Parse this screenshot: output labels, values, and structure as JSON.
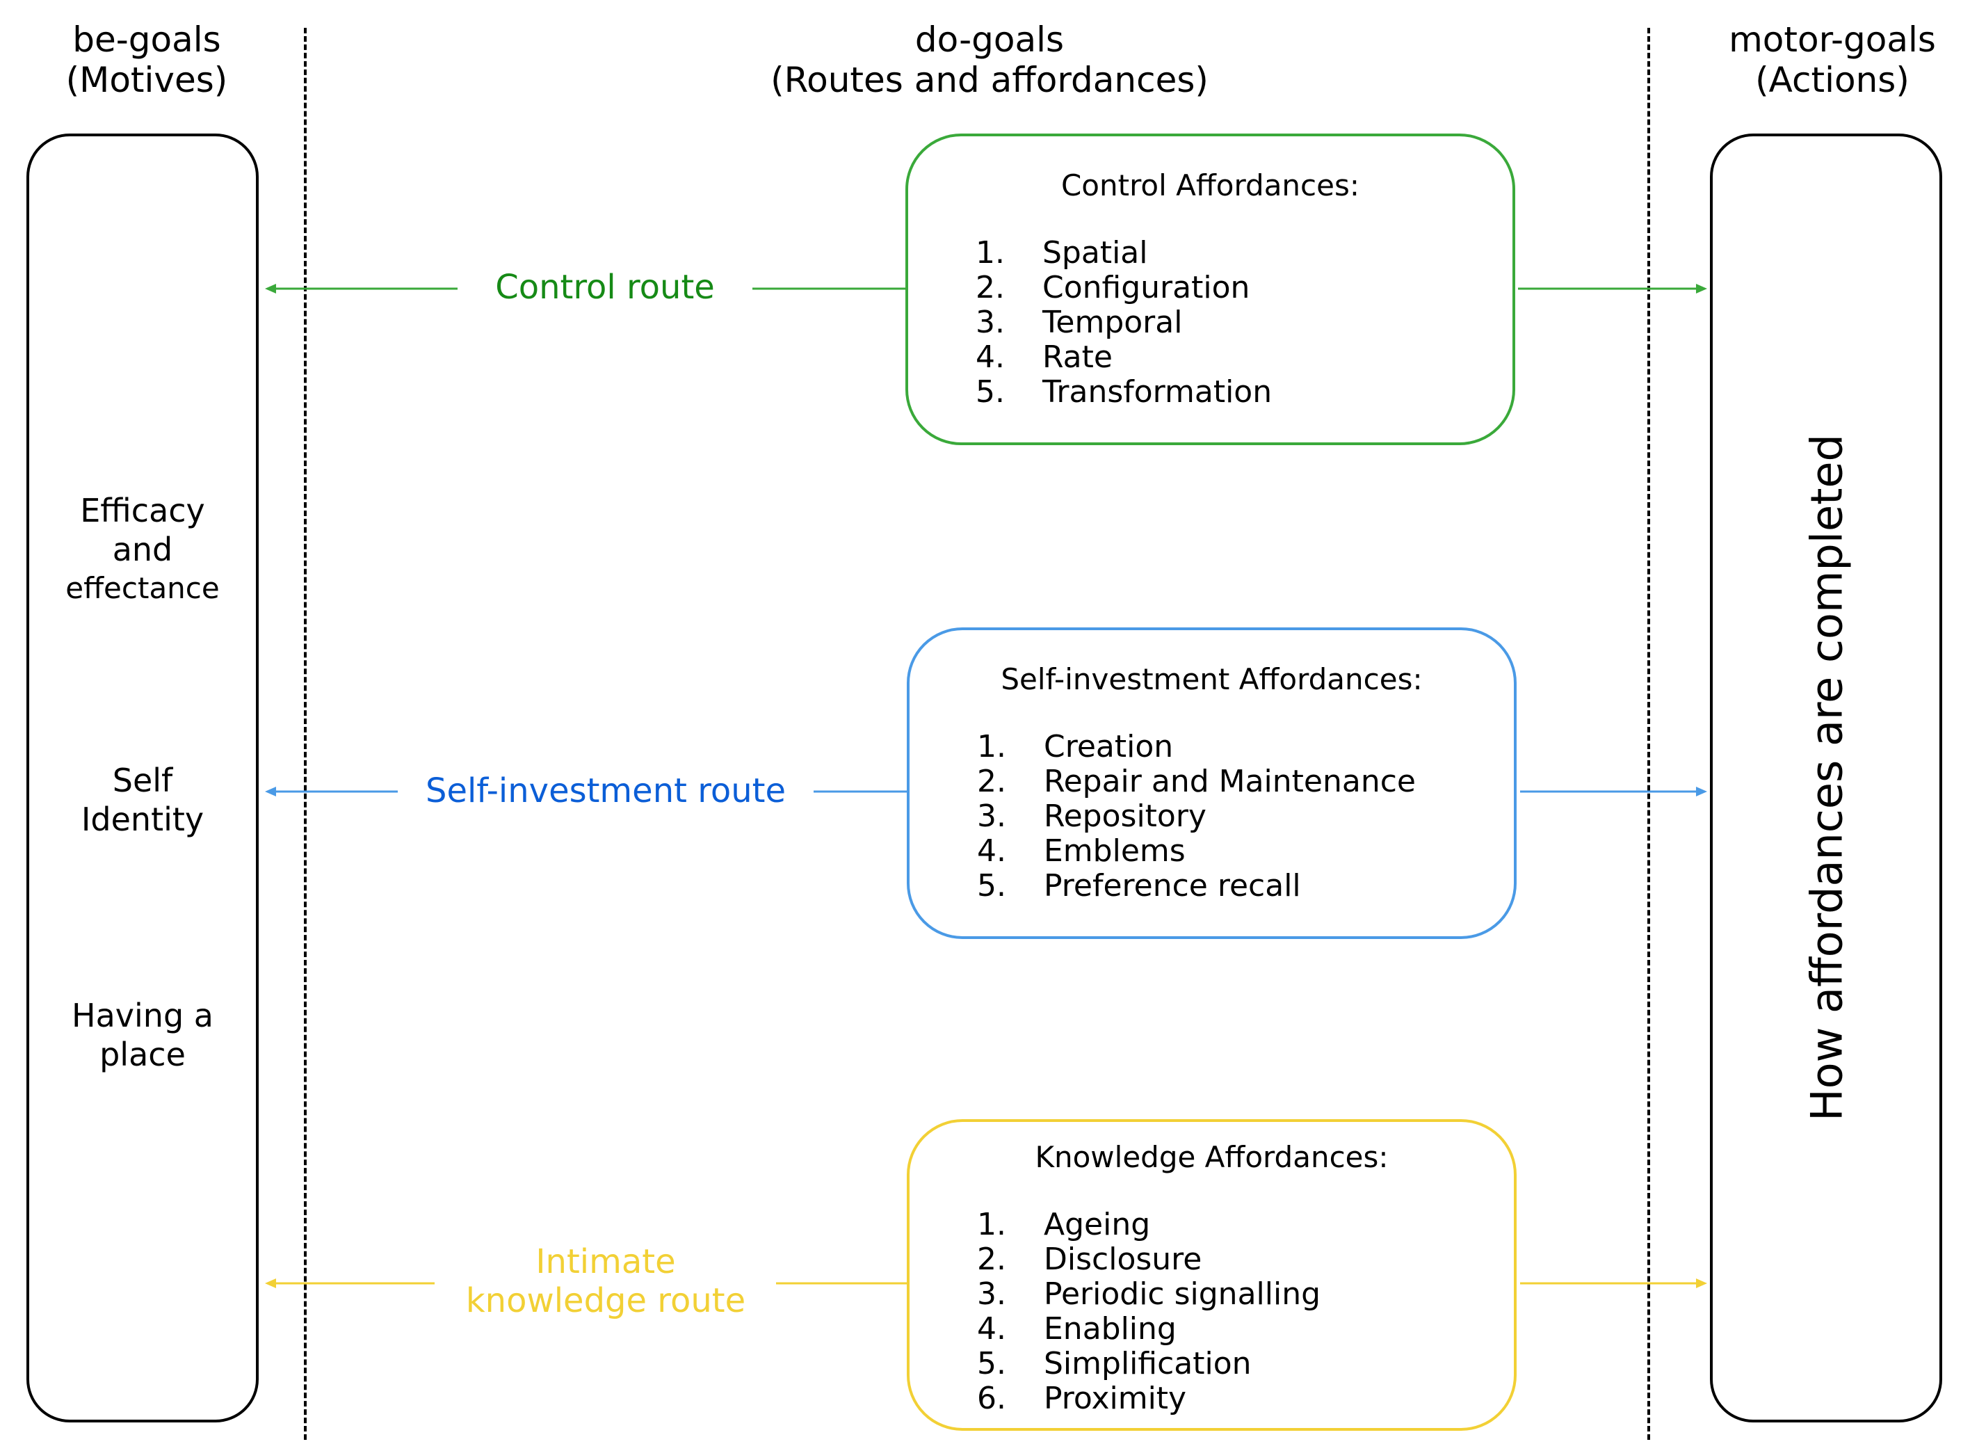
{
  "headers": {
    "be_goals": {
      "line1": "be-goals",
      "line2": "(Motives)"
    },
    "do_goals": {
      "line1": "do-goals",
      "line2": "(Routes and affordances)"
    },
    "motor_goals": {
      "line1": "motor-goals",
      "line2": "(Actions)"
    }
  },
  "motives": {
    "efficacy": {
      "line1": "Efficacy",
      "line2": "and",
      "line3": "effectance"
    },
    "self_identity": {
      "line1": "Self",
      "line2": "Identity"
    },
    "place": {
      "line1": "Having a",
      "line2": "place"
    }
  },
  "actions_label": "How affordances are completed",
  "routes": {
    "control": {
      "label": "Control route",
      "color": "#168a16"
    },
    "self_investment": {
      "label": "Self-investment route",
      "color": "#0b5ed7"
    },
    "knowledge": {
      "line1": "Intimate",
      "line2": "knowledge route",
      "color": "#f2d035"
    }
  },
  "affordances": {
    "control": {
      "title": "Control Affordances:",
      "border_color": "#3aa93a",
      "items": [
        {
          "num": "1.",
          "text": "Spatial"
        },
        {
          "num": "2.",
          "text": "Configuration"
        },
        {
          "num": "3.",
          "text": "Temporal"
        },
        {
          "num": "4.",
          "text": "Rate"
        },
        {
          "num": "5.",
          "text": "Transformation"
        }
      ]
    },
    "self_investment": {
      "title": "Self-investment Affordances:",
      "border_color": "#4a9ae6",
      "items": [
        {
          "num": "1.",
          "text": "Creation"
        },
        {
          "num": "2.",
          "text": "Repair and Maintenance"
        },
        {
          "num": "3.",
          "text": "Repository"
        },
        {
          "num": "4.",
          "text": "Emblems"
        },
        {
          "num": "5.",
          "text": "Preference recall"
        }
      ]
    },
    "knowledge": {
      "title": "Knowledge Affordances:",
      "border_color": "#f2d035",
      "items": [
        {
          "num": "1.",
          "text": "Ageing"
        },
        {
          "num": "2.",
          "text": "Disclosure"
        },
        {
          "num": "3.",
          "text": "Periodic signalling"
        },
        {
          "num": "4.",
          "text": "Enabling"
        },
        {
          "num": "5.",
          "text": "Simplification"
        },
        {
          "num": "6.",
          "text": "Proximity"
        }
      ]
    }
  }
}
